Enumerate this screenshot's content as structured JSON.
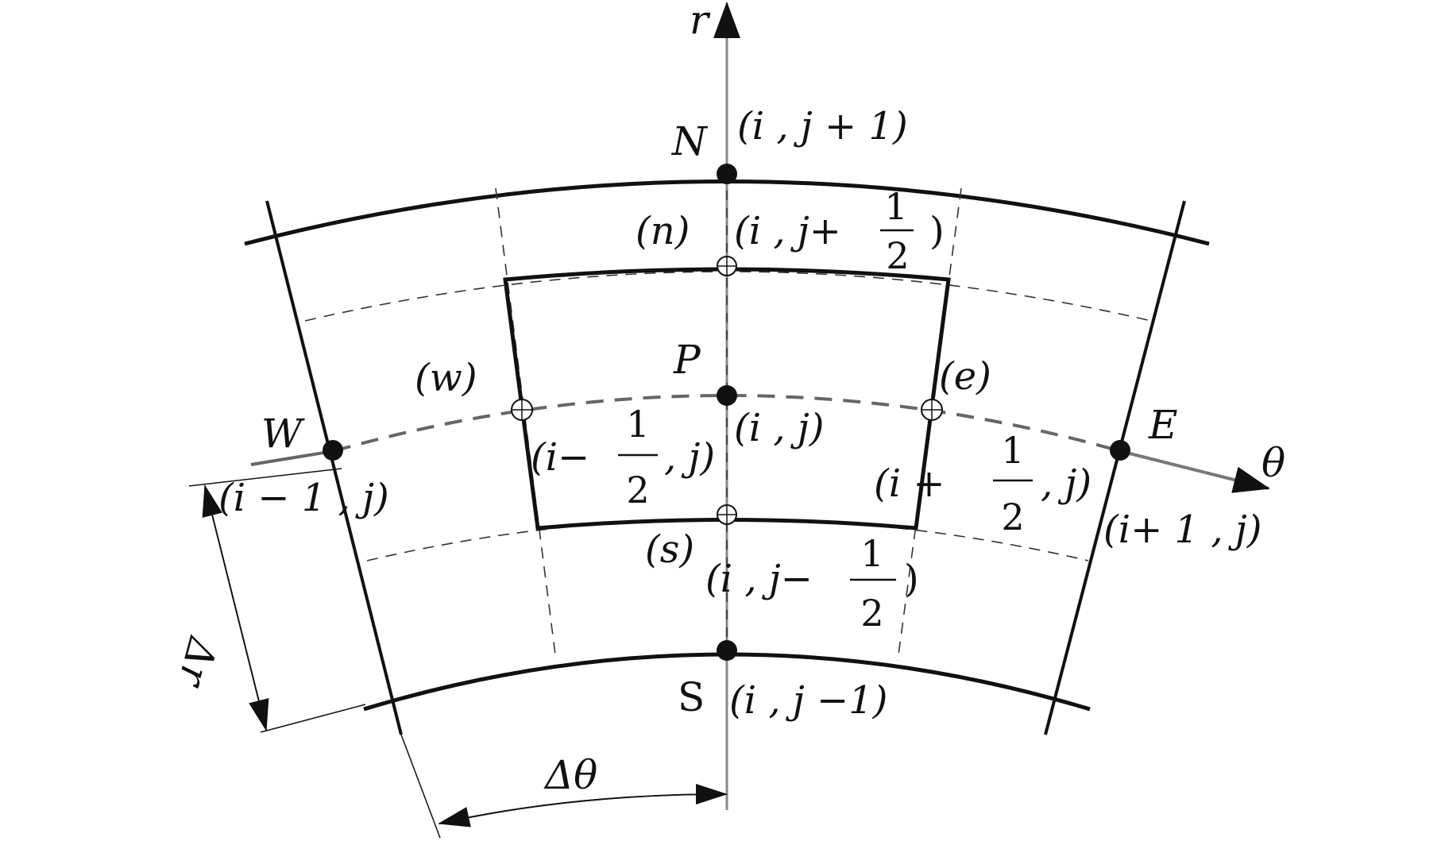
{
  "axes": {
    "r": "r",
    "theta": "θ"
  },
  "nodes": {
    "N": {
      "letter": "N",
      "index": "(i , j + 1)"
    },
    "S": {
      "letter": "S",
      "index": "(i , j −1)"
    },
    "W": {
      "letter": "W",
      "index": "(i − 1 , j)"
    },
    "E": {
      "letter": "E",
      "index": "(i+ 1 , j)"
    },
    "P": {
      "letter": "P",
      "index": "(i , j)"
    }
  },
  "faces": {
    "n": {
      "letter": "(n)",
      "pre": "(i , j+",
      "num": "1",
      "den": "2",
      "post": ")"
    },
    "s": {
      "letter": "(s)",
      "pre": "(i , j−",
      "num": "1",
      "den": "2",
      "post": ")"
    },
    "w": {
      "letter": "(w)",
      "pre": "(i−",
      "num": "1",
      "den": "2",
      "post": ", j)"
    },
    "e": {
      "letter": "(e)",
      "pre": "(i +",
      "num": "1",
      "den": "2",
      "post": ", j)"
    }
  },
  "dimensions": {
    "dr": "Δr",
    "dtheta": "Δθ"
  }
}
